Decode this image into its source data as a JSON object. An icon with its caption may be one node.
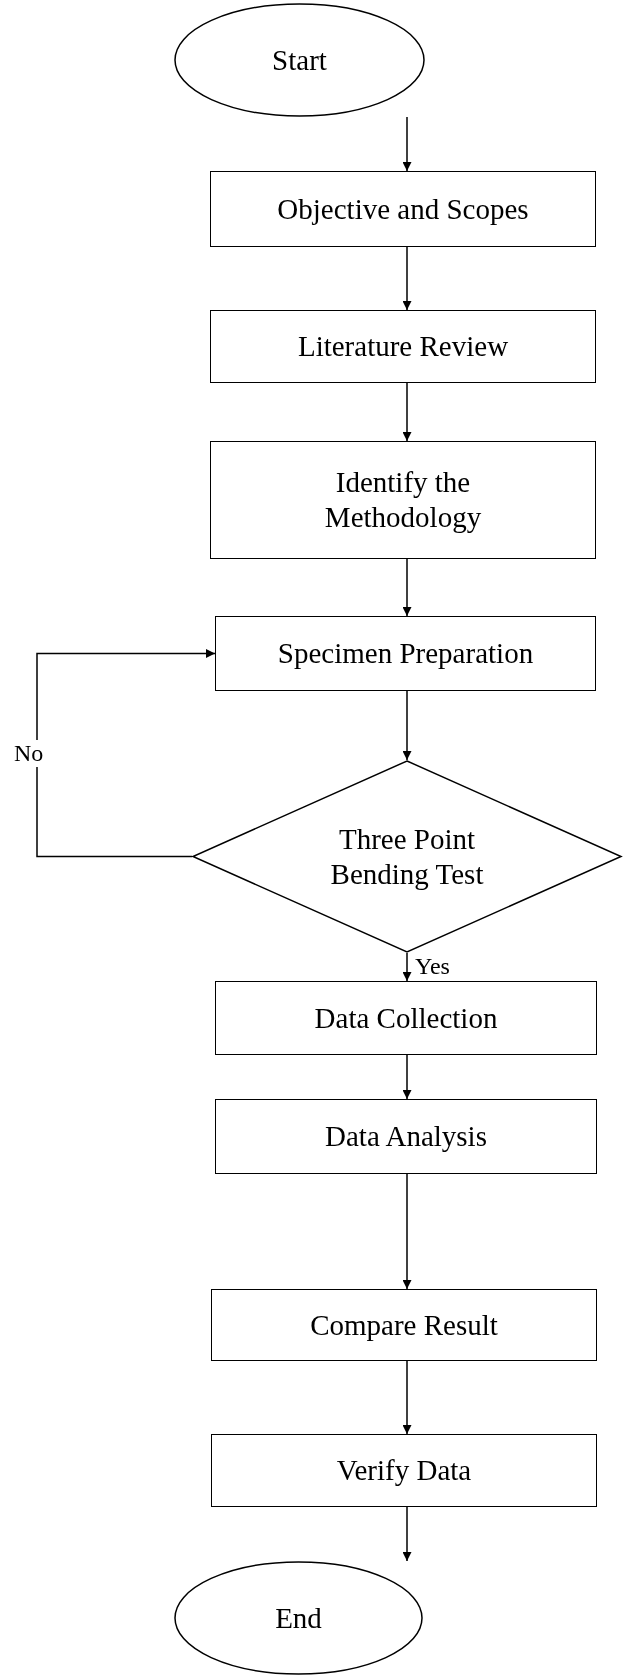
{
  "diagram": {
    "nodes": [
      {
        "text": [
          "Start"
        ]
      },
      {
        "text": [
          "Objective and Scopes"
        ]
      },
      {
        "text": [
          "Literature Review"
        ]
      },
      {
        "text": [
          "Identify the Methodology"
        ]
      },
      {
        "text": [
          "Specimen Preparation"
        ]
      },
      {
        "text": [
          "Three Point Bending Test"
        ]
      },
      {
        "text": [
          "Data Collection"
        ]
      },
      {
        "text": [
          "Data Analysis"
        ]
      },
      {
        "text": [
          "Compare Result"
        ]
      },
      {
        "text": [
          "Verify Data"
        ]
      },
      {
        "text": [
          "End"
        ]
      }
    ],
    "edges": [
      {
        "from": 0,
        "to": 1,
        "arrow": "to"
      },
      {
        "from": 1,
        "to": 2,
        "arrow": "to"
      },
      {
        "from": 2,
        "to": 3,
        "arrow": "to"
      },
      {
        "from": 3,
        "to": 4,
        "arrow": "to"
      },
      {
        "from": 4,
        "to": 5,
        "arrow": "to"
      },
      {
        "from": 5,
        "to": 4,
        "arrow": "to",
        "label": "No"
      },
      {
        "from": 5,
        "to": 6,
        "arrow": "to",
        "label": "Yes"
      },
      {
        "from": 6,
        "to": 7,
        "arrow": "to"
      },
      {
        "from": 7,
        "to": 8,
        "arrow": "to"
      },
      {
        "from": 8,
        "to": 9,
        "arrow": "to"
      },
      {
        "from": 9,
        "to": 10,
        "arrow": "to"
      }
    ]
  }
}
